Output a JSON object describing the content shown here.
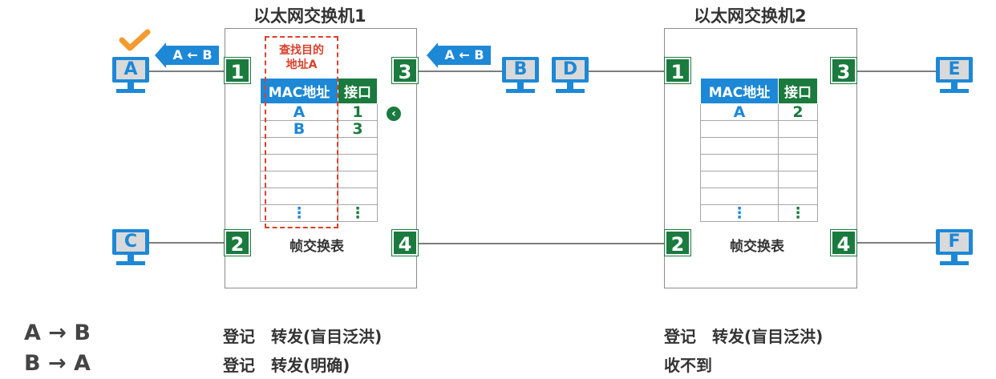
{
  "switch1": {
    "title": "以太网交换机1",
    "ports": [
      "1",
      "2",
      "3",
      "4"
    ],
    "table_headers": {
      "mac": "MAC地址",
      "port": "接口"
    },
    "rows": [
      {
        "mac": "A",
        "port": "1"
      },
      {
        "mac": "B",
        "port": "3"
      }
    ],
    "ellipsis": "⋮",
    "table_label": "帧交换表",
    "lookup_label_line1": "查找目的",
    "lookup_label_line2": "地址A"
  },
  "switch2": {
    "title": "以太网交换机2",
    "ports": [
      "1",
      "3",
      "2",
      "4"
    ],
    "table_headers": {
      "mac": "MAC地址",
      "port": "接口"
    },
    "rows": [
      {
        "mac": "A",
        "port": "2"
      }
    ],
    "ellipsis": "⋮",
    "table_label": "帧交换表"
  },
  "hosts": {
    "A": "A",
    "B": "B",
    "C": "C",
    "D": "D",
    "E": "E",
    "F": "F"
  },
  "frames": {
    "to_A_from_port1": "A ← B",
    "from_B_into_port3": "A ← B"
  },
  "flows": [
    {
      "label": "A → B",
      "switch1": "登记　转发(盲目泛洪)",
      "switch2": "登记　转发(盲目泛洪)"
    },
    {
      "label": "B → A",
      "switch1": "登记　转发(明确)",
      "switch2": "收不到"
    }
  ],
  "colors": {
    "accent_blue": "#1d88d6",
    "port_green": "#1b7a3e",
    "lookup_red": "#d9412b",
    "check_orange": "#f29b2e"
  },
  "icons": {
    "check": "checkmark-icon",
    "pointer": "left-chevron-icon"
  }
}
